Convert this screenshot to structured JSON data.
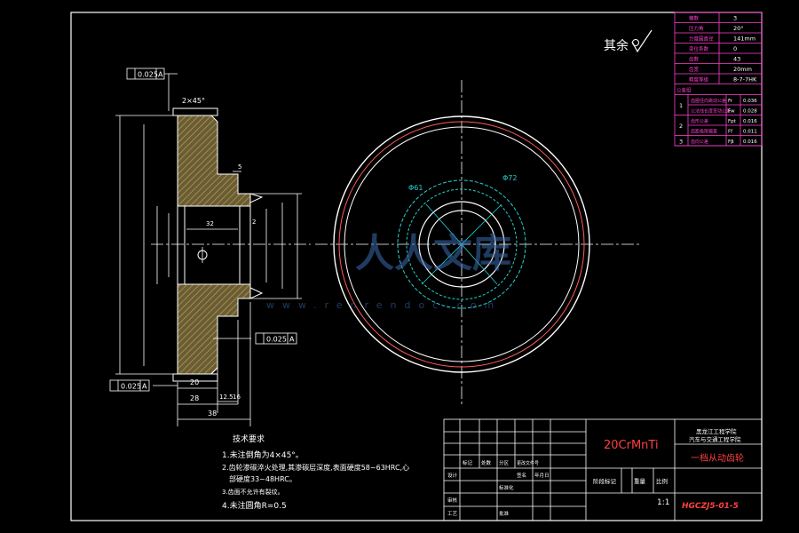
{
  "surface_finish": {
    "label": "其余"
  },
  "tolerance_frames": [
    {
      "value": "0.025",
      "datum": "A"
    },
    {
      "value": "0.025",
      "datum": "A"
    },
    {
      "value": "0.025",
      "datum": "A"
    }
  ],
  "chamfer_label": "2×45°",
  "dimensions": {
    "d20": "20",
    "d28": "28",
    "d38": "38",
    "d12": "12.5",
    "d16": "16",
    "d5": "5",
    "d32": "32",
    "d2": "2",
    "phi61": "Φ61",
    "phi72": "Φ72"
  },
  "params": {
    "rows": [
      {
        "label": "模数",
        "value": "3"
      },
      {
        "label": "压力角",
        "value": "20°"
      },
      {
        "label": "分度圆直径",
        "value": "141mm"
      },
      {
        "label": "变位系数",
        "value": "0"
      },
      {
        "label": "齿数",
        "value": "43"
      },
      {
        "label": "齿宽",
        "value": "20mm"
      },
      {
        "label": "精度等级",
        "value": "8-7-7HK"
      }
    ],
    "group_header": "公差组",
    "groups": [
      {
        "no": "1",
        "items": [
          {
            "label": "齿圈径向跳动公差",
            "sym": "Fr",
            "value": "0.036"
          },
          {
            "label": "公法线长度变动公差",
            "sym": "Fw",
            "value": "0.028"
          }
        ]
      },
      {
        "no": "2",
        "items": [
          {
            "label": "齿形公差",
            "sym": "Fpt",
            "value": "0.016"
          },
          {
            "label": "齿距极限偏差",
            "sym": "Ff",
            "value": "0.011"
          }
        ]
      },
      {
        "no": "3",
        "items": [
          {
            "label": "齿向公差",
            "sym": "Fβ",
            "value": "0.016"
          }
        ]
      }
    ]
  },
  "notes": {
    "title": "技术要求",
    "items": [
      "1.未注倒角为4×45°。",
      "2.齿轮渗碳淬火处理,其渗碳层深度,表面硬度58~63HRC,心",
      "部硬度33~48HRC。",
      "3.齿面不允许有裂纹。",
      "4.未注圆角R=0.5"
    ]
  },
  "title_block": {
    "material": "20CrMnTi",
    "school_line1": "黑龙江工程学院",
    "school_line2": "汽车与交通工程学院",
    "part_name": "一档从动齿轮",
    "scale": "1:1",
    "drawing_no": "HGCZJ5-01-5",
    "row_labels": [
      "标记",
      "处数",
      "分区",
      "更改文件号",
      "签名",
      "年月日"
    ],
    "designer": "设计",
    "reviewer": "审核",
    "craft": "工艺",
    "std": "标准化",
    "approve": "批准",
    "stage": "阶段标记",
    "weight": "重量",
    "scale_label": "比例"
  },
  "watermark": {
    "text": "人人文库",
    "url": "www.renrendoc.com"
  }
}
